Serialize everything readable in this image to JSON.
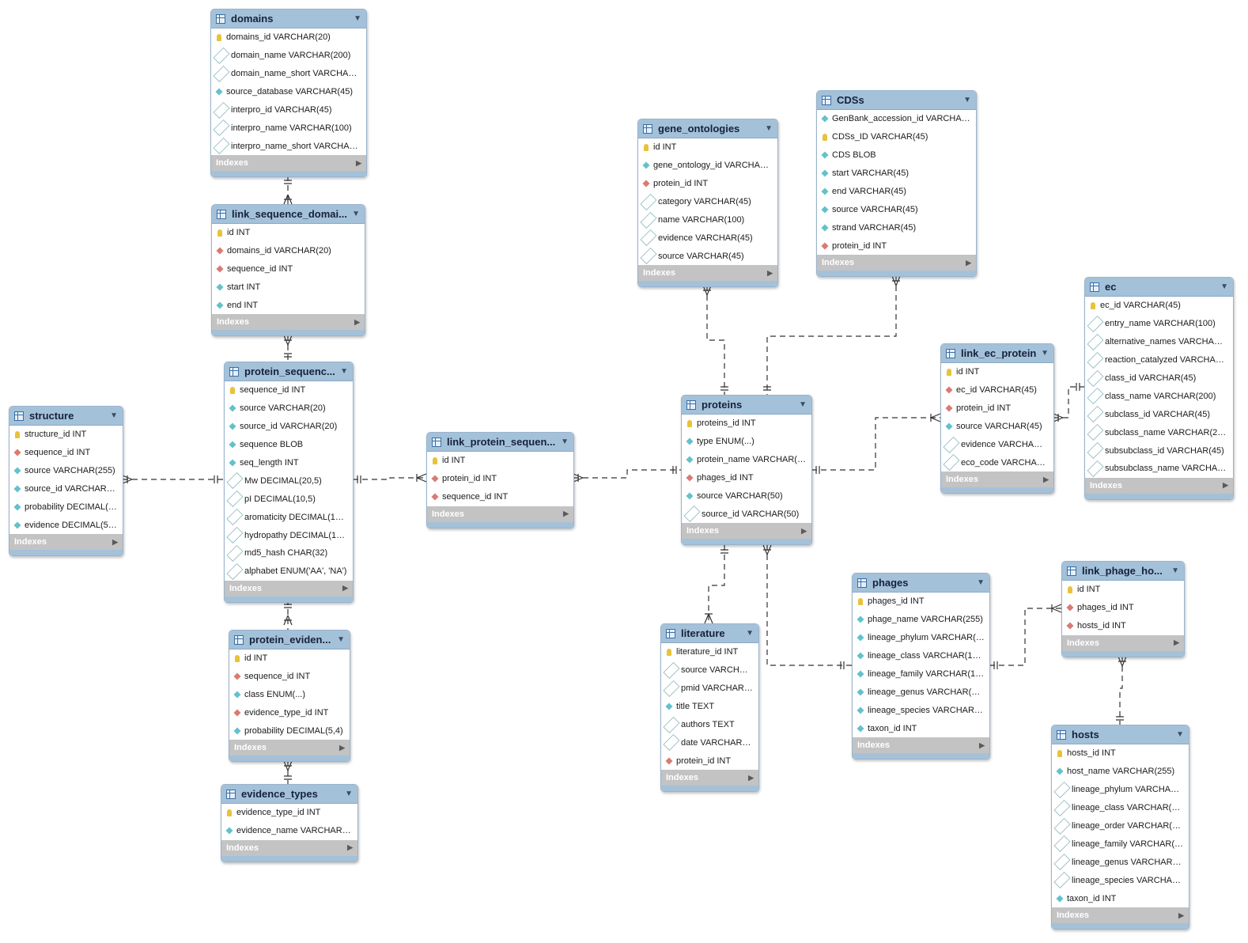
{
  "diagram": {
    "indexes_label": "Indexes",
    "tables": [
      {
        "id": "domains",
        "name": "domains",
        "columns": [
          {
            "text": "domains_id VARCHAR(20)",
            "key": "pk"
          },
          {
            "text": "domain_name VARCHAR(200)",
            "key": "col"
          },
          {
            "text": "domain_name_short VARCHAR(10...",
            "key": "col"
          },
          {
            "text": "source_database VARCHAR(45)",
            "key": "nn"
          },
          {
            "text": "interpro_id VARCHAR(45)",
            "key": "col"
          },
          {
            "text": "interpro_name VARCHAR(100)",
            "key": "col"
          },
          {
            "text": "interpro_name_short VARCHAR(45)",
            "key": "col"
          }
        ]
      },
      {
        "id": "link_sequence_domain",
        "name": "link_sequence_domai...",
        "columns": [
          {
            "text": "id INT",
            "key": "pk"
          },
          {
            "text": "domains_id VARCHAR(20)",
            "key": "fk"
          },
          {
            "text": "sequence_id INT",
            "key": "fk"
          },
          {
            "text": "start INT",
            "key": "nn"
          },
          {
            "text": "end INT",
            "key": "nn"
          }
        ]
      },
      {
        "id": "protein_sequence",
        "name": "protein_sequenc...",
        "columns": [
          {
            "text": "sequence_id INT",
            "key": "pk"
          },
          {
            "text": "source VARCHAR(20)",
            "key": "nn"
          },
          {
            "text": "source_id VARCHAR(20)",
            "key": "nn"
          },
          {
            "text": "sequence BLOB",
            "key": "nn"
          },
          {
            "text": "seq_length INT",
            "key": "nn"
          },
          {
            "text": "Mw DECIMAL(20,5)",
            "key": "col"
          },
          {
            "text": "pI DECIMAL(10,5)",
            "key": "col"
          },
          {
            "text": "aromaticity DECIMAL(10,5)",
            "key": "col"
          },
          {
            "text": "hydropathy DECIMAL(10,5)",
            "key": "col"
          },
          {
            "text": "md5_hash CHAR(32)",
            "key": "col"
          },
          {
            "text": "alphabet ENUM('AA', 'NA')",
            "key": "col"
          }
        ]
      },
      {
        "id": "structure",
        "name": "structure",
        "columns": [
          {
            "text": "structure_id INT",
            "key": "pk"
          },
          {
            "text": "sequence_id INT",
            "key": "fk"
          },
          {
            "text": "source VARCHAR(255)",
            "key": "nn"
          },
          {
            "text": "source_id VARCHAR(10...",
            "key": "nn"
          },
          {
            "text": "probability DECIMAL(5,4)",
            "key": "nn"
          },
          {
            "text": "evidence DECIMAL(5,4)",
            "key": "nn"
          }
        ]
      },
      {
        "id": "protein_evidence",
        "name": "protein_eviden...",
        "columns": [
          {
            "text": "id INT",
            "key": "pk"
          },
          {
            "text": "sequence_id INT",
            "key": "fk"
          },
          {
            "text": "class ENUM(...)",
            "key": "nn"
          },
          {
            "text": "evidence_type_id INT",
            "key": "fk"
          },
          {
            "text": "probability DECIMAL(5,4)",
            "key": "nn"
          }
        ]
      },
      {
        "id": "evidence_types",
        "name": "evidence_types",
        "columns": [
          {
            "text": "evidence_type_id INT",
            "key": "pk"
          },
          {
            "text": "evidence_name VARCHAR(10...",
            "key": "nn"
          }
        ]
      },
      {
        "id": "link_protein_sequence",
        "name": "link_protein_sequen...",
        "columns": [
          {
            "text": "id INT",
            "key": "pk"
          },
          {
            "text": "protein_id INT",
            "key": "fk"
          },
          {
            "text": "sequence_id INT",
            "key": "fk"
          }
        ]
      },
      {
        "id": "gene_ontologies",
        "name": "gene_ontologies",
        "columns": [
          {
            "text": "id INT",
            "key": "pk"
          },
          {
            "text": "gene_ontology_id VARCHAR(2...",
            "key": "nn"
          },
          {
            "text": "protein_id INT",
            "key": "fk"
          },
          {
            "text": "category VARCHAR(45)",
            "key": "col"
          },
          {
            "text": "name VARCHAR(100)",
            "key": "col"
          },
          {
            "text": "evidence VARCHAR(45)",
            "key": "col"
          },
          {
            "text": "source VARCHAR(45)",
            "key": "col"
          }
        ]
      },
      {
        "id": "cdss",
        "name": "CDSs",
        "columns": [
          {
            "text": "GenBank_accession_id VARCHAR(4...",
            "key": "nn"
          },
          {
            "text": "CDSs_ID VARCHAR(45)",
            "key": "pk"
          },
          {
            "text": "CDS BLOB",
            "key": "nn"
          },
          {
            "text": "start VARCHAR(45)",
            "key": "nn"
          },
          {
            "text": "end VARCHAR(45)",
            "key": "nn"
          },
          {
            "text": "source VARCHAR(45)",
            "key": "nn"
          },
          {
            "text": "strand VARCHAR(45)",
            "key": "nn"
          },
          {
            "text": "protein_id INT",
            "key": "fk"
          }
        ]
      },
      {
        "id": "proteins",
        "name": "proteins",
        "columns": [
          {
            "text": "proteins_id INT",
            "key": "pk"
          },
          {
            "text": "type ENUM(...)",
            "key": "nn"
          },
          {
            "text": "protein_name VARCHAR(25...",
            "key": "nn"
          },
          {
            "text": "phages_id INT",
            "key": "fk"
          },
          {
            "text": "source VARCHAR(50)",
            "key": "nn"
          },
          {
            "text": "source_id VARCHAR(50)",
            "key": "col"
          }
        ]
      },
      {
        "id": "link_ec_protein",
        "name": "link_ec_protein",
        "columns": [
          {
            "text": "id INT",
            "key": "pk"
          },
          {
            "text": "ec_id VARCHAR(45)",
            "key": "fk"
          },
          {
            "text": "protein_id INT",
            "key": "fk"
          },
          {
            "text": "source VARCHAR(45)",
            "key": "nn"
          },
          {
            "text": "evidence VARCHAR(100)",
            "key": "col"
          },
          {
            "text": "eco_code VARCHAR(45)",
            "key": "col"
          }
        ]
      },
      {
        "id": "ec",
        "name": "ec",
        "columns": [
          {
            "text": "ec_id VARCHAR(45)",
            "key": "pk"
          },
          {
            "text": "entry_name VARCHAR(100)",
            "key": "col"
          },
          {
            "text": "alternative_names VARCHAR(200)",
            "key": "col"
          },
          {
            "text": "reaction_catalyzed VARCHAR(300)",
            "key": "col"
          },
          {
            "text": "class_id VARCHAR(45)",
            "key": "col"
          },
          {
            "text": "class_name VARCHAR(200)",
            "key": "col"
          },
          {
            "text": "subclass_id VARCHAR(45)",
            "key": "col"
          },
          {
            "text": "subclass_name VARCHAR(200)",
            "key": "col"
          },
          {
            "text": "subsubclass_id VARCHAR(45)",
            "key": "col"
          },
          {
            "text": "subsubclass_name VARCHAR(20...",
            "key": "col"
          }
        ]
      },
      {
        "id": "literature",
        "name": "literature",
        "columns": [
          {
            "text": "literature_id INT",
            "key": "pk"
          },
          {
            "text": "source VARCHAR(5...",
            "key": "col"
          },
          {
            "text": "pmid VARCHAR(50)",
            "key": "col"
          },
          {
            "text": "title TEXT",
            "key": "nn"
          },
          {
            "text": "authors TEXT",
            "key": "col"
          },
          {
            "text": "date VARCHAR(10)",
            "key": "col"
          },
          {
            "text": "protein_id INT",
            "key": "fk"
          }
        ]
      },
      {
        "id": "phages",
        "name": "phages",
        "columns": [
          {
            "text": "phages_id INT",
            "key": "pk"
          },
          {
            "text": "phage_name VARCHAR(255)",
            "key": "nn"
          },
          {
            "text": "lineage_phylum VARCHAR(10...",
            "key": "nn"
          },
          {
            "text": "lineage_class VARCHAR(100)",
            "key": "nn"
          },
          {
            "text": "lineage_family VARCHAR(100)",
            "key": "nn"
          },
          {
            "text": "lineage_genus VARCHAR(100)",
            "key": "nn"
          },
          {
            "text": "lineage_species VARCHAR(100)",
            "key": "nn"
          },
          {
            "text": "taxon_id INT",
            "key": "nn"
          }
        ]
      },
      {
        "id": "link_phage_host",
        "name": "link_phage_ho...",
        "columns": [
          {
            "text": "id INT",
            "key": "pk"
          },
          {
            "text": "phages_id INT",
            "key": "fk"
          },
          {
            "text": "hosts_id INT",
            "key": "fk"
          }
        ]
      },
      {
        "id": "hosts",
        "name": "hosts",
        "columns": [
          {
            "text": "hosts_id INT",
            "key": "pk"
          },
          {
            "text": "host_name VARCHAR(255)",
            "key": "nn"
          },
          {
            "text": "lineage_phylum VARCHAR(25...",
            "key": "col"
          },
          {
            "text": "lineage_class VARCHAR(255)",
            "key": "col"
          },
          {
            "text": "lineage_order VARCHAR(255)",
            "key": "col"
          },
          {
            "text": "lineage_family VARCHAR(255)",
            "key": "col"
          },
          {
            "text": "lineage_genus VARCHAR(255)",
            "key": "col"
          },
          {
            "text": "lineage_species VARCHAR(255)",
            "key": "col"
          },
          {
            "text": "taxon_id INT",
            "key": "nn"
          }
        ]
      }
    ]
  },
  "colors": {
    "header": "#a4c1da",
    "indexes_bar": "#c3c3c3",
    "primary_key": "#e8c23a",
    "foreign_key": "#d97b73",
    "not_null": "#62c2cc",
    "connector": "#333333"
  }
}
